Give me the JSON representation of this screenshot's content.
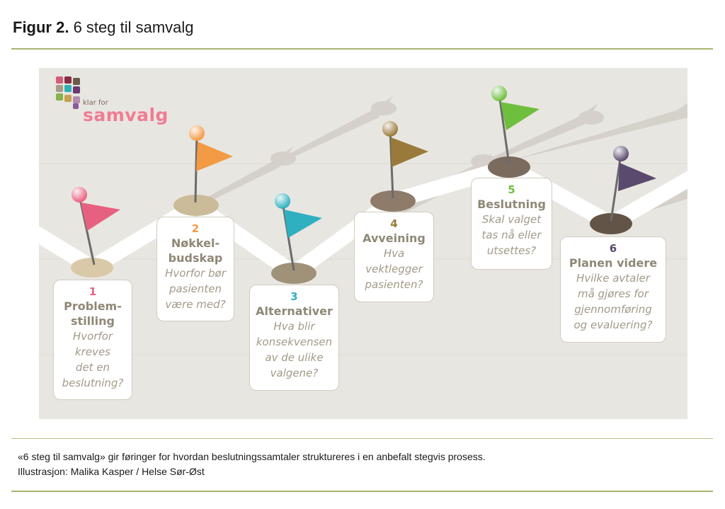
{
  "figure": {
    "label": "Figur 2.",
    "title": "6 steg til samvalg"
  },
  "logo": {
    "small_text": "klar for",
    "big_text": "samvalg",
    "tile_colors": [
      "#d95a78",
      "#8b2c45",
      "#6c5a4a",
      "#a79c88",
      "#2fb0b6",
      "#6a3a70",
      "#86b34a",
      "#c7a050",
      "#b48bb0",
      "#8c5a9a"
    ]
  },
  "colors": {
    "step1": "#e8607f",
    "step2": "#f39a45",
    "step3": "#2fb0c0",
    "step4": "#9a7a3a",
    "step5": "#6fbf3e",
    "step6": "#5a4a6e",
    "card_text": "#a39a88"
  },
  "steps": [
    {
      "number": "1",
      "heading": "Problem-\nstilling",
      "description": "Hvorfor\nkreves\ndet en\nbeslutning?"
    },
    {
      "number": "2",
      "heading": "Nøkkel-\nbudskap",
      "description": "Hvorfor bør\npasienten\nvære med?"
    },
    {
      "number": "3",
      "heading": "Alternativer",
      "description": "Hva blir\nkonsekvensen\nav de ulike\nvalgene?"
    },
    {
      "number": "4",
      "heading": "Avveining",
      "description": "Hva\nvektlegger\npasienten?"
    },
    {
      "number": "5",
      "heading": "Beslutning",
      "description": "Skal valget\ntas nå eller\nutsettes?"
    },
    {
      "number": "6",
      "heading": "Planen videre",
      "description": "Hvilke avtaler\nmå gjøres for\ngjennomføring\nog evaluering?"
    }
  ],
  "caption": {
    "line1": "«6 steg til samvalg» gir føringer for hvordan beslutningssamtaler struktureres i en anbefalt stegvis prosess.",
    "line2": "Illustrasjon: Malika Kasper / Helse Sør-Øst"
  }
}
